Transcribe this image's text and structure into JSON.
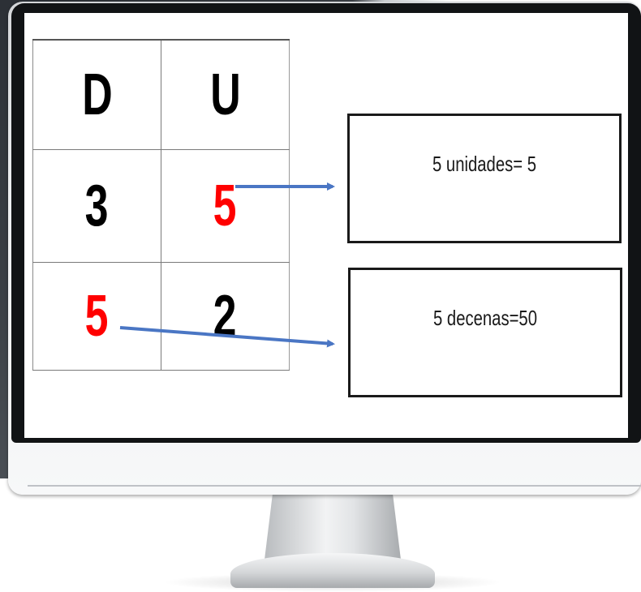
{
  "table": {
    "headers": [
      "D",
      "U"
    ],
    "rows": [
      [
        "3",
        "5"
      ],
      [
        "5",
        "2"
      ]
    ]
  },
  "boxes": {
    "units": "5 unidades= 5",
    "tens": "5 decenas=50"
  },
  "colors": {
    "highlight_digit": "#ff0000",
    "digit": "#000000",
    "arrow": "#4a76c4"
  }
}
